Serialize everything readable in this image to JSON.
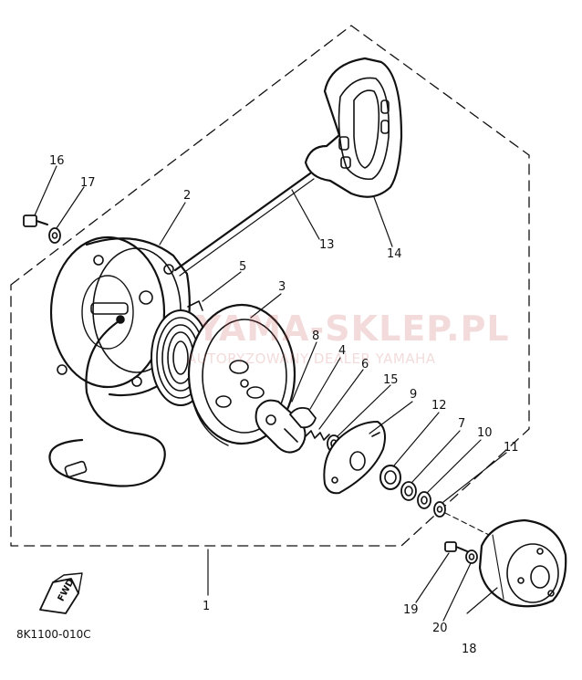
{
  "diagram": {
    "drawing_code": "8K1100-010C",
    "callouts": {
      "n1": "1",
      "n2": "2",
      "n3": "3",
      "n4": "4",
      "n5": "5",
      "n6": "6",
      "n7": "7",
      "n8": "8",
      "n9": "9",
      "n10": "10",
      "n11": "11",
      "n12": "12",
      "n13": "13",
      "n14": "14",
      "n15": "15",
      "n16": "16",
      "n17": "17",
      "n18": "18",
      "n19": "19",
      "n20": "20"
    },
    "fwd_label": "FWD",
    "watermark": {
      "main": "YAMA-SKLEP.PL",
      "sub": "AUTORYZOWANY DEALER YAMAHA"
    }
  }
}
